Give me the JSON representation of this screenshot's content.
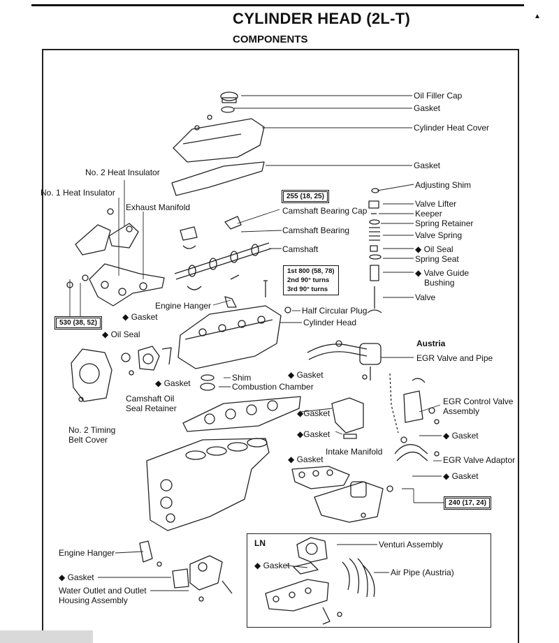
{
  "header": {
    "title": "CYLINDER HEAD (2L-T)",
    "subtitle": "COMPONENTS",
    "corner_mark": "▲"
  },
  "labels": {
    "oil_filler_cap": "Oil Filler Cap",
    "gasket_cap": "Gasket",
    "cylinder_heat_cover": "Cylinder Heat Cover",
    "gasket_cover": "Gasket",
    "no2_heat_insulator": "No. 2 Heat Insulator",
    "no1_heat_insulator": "No. 1 Heat Insulator",
    "exhaust_manifold": "Exhaust Manifold",
    "camshaft_bearing_cap": "Camshaft Bearing Cap",
    "camshaft_bearing": "Camshaft Bearing",
    "camshaft": "Camshaft",
    "adjusting_shim": "Adjusting Shim",
    "valve_lifter": "Valve Lifter",
    "keeper": "Keeper",
    "spring_retainer": "Spring Retainer",
    "valve_spring": "Valve Spring",
    "oil_seal_valve": "◆ Oil Seal",
    "spring_seat": "Spring Seat",
    "valve_guide_bushing_1": "◆ Valve Guide",
    "valve_guide_bushing_2": "Bushing",
    "valve": "Valve",
    "engine_hanger_top": "Engine Hanger",
    "half_circular_plug": "Half Circular Plug",
    "cylinder_head": "Cylinder Head",
    "gasket_exhaust": "◆ Gasket",
    "oil_seal_cam": "◆ Oil Seal",
    "austria": "Austria",
    "egr_valve_pipe": "EGR Valve and Pipe",
    "gasket_egr_mid": "◆ Gasket",
    "gasket_retainer": "◆ Gasket",
    "shim": "Shim",
    "combustion_chamber": "Combustion Chamber",
    "camshaft_oil_seal_retainer_1": "Camshaft Oil",
    "camshaft_oil_seal_retainer_2": "Seal Retainer",
    "egr_control_valve_1": "EGR Control Valve",
    "egr_control_valve_2": "Assembly",
    "gasket_head": "◆Gasket",
    "gasket_outlet_upper": "◆Gasket",
    "gasket_egr_right": "◆ Gasket",
    "no2_timing_cover_1": "No. 2 Timing",
    "no2_timing_cover_2": "Belt Cover",
    "intake_manifold": "Intake Manifold",
    "gasket_intake": "◆ Gasket",
    "egr_valve_adaptor": "EGR Valve Adaptor",
    "gasket_adaptor": "◆ Gasket",
    "engine_hanger_bottom": "Engine Hanger",
    "gasket_outlet": "◆ Gasket",
    "water_outlet_1": "Water Outlet and Outlet",
    "water_outlet_2": "Housing Assembly",
    "ln": "LN",
    "venturi_assembly": "Venturi Assembly",
    "gasket_ln": "◆ Gasket",
    "air_pipe": "Air Pipe (Austria)"
  },
  "torque": {
    "bearing_cap": "255 (18, 25)",
    "exhaust_manifold": "530 (38, 52)",
    "intake_manifold": "240 (17, 24)",
    "head_bolt": [
      "1st  800 (58, 78)",
      "2nd  90° turns",
      "3rd  90° turns"
    ]
  }
}
